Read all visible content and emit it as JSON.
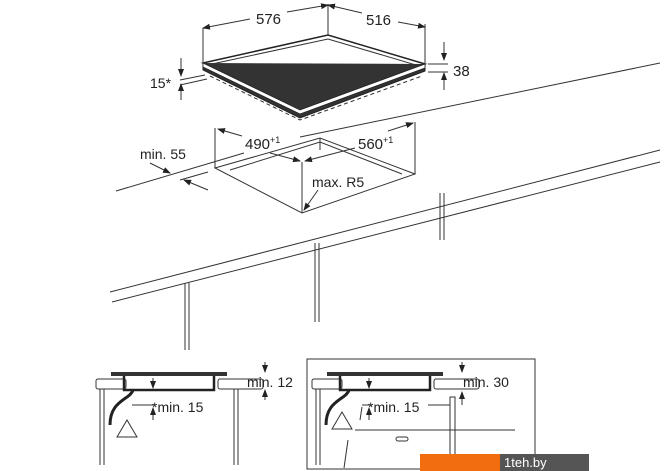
{
  "dimensions": {
    "width_576": "576",
    "depth_516": "516",
    "height_38": "38",
    "depth_15": "15*",
    "cutout_490": "490",
    "cutout_490_tol": "+1",
    "cutout_560": "560",
    "cutout_560_tol": "+1",
    "min_55": "min. 55",
    "max_r5": "max. R5"
  },
  "detail_left": {
    "top_gap": "min. 12",
    "bottom_gap": "*min. 15"
  },
  "detail_right": {
    "top_gap": "min. 30",
    "bottom_gap": "*min. 15"
  },
  "watermark": "1teh.by",
  "colors": {
    "watermark_orange": "#f26c10",
    "watermark_gray": "#555555"
  }
}
